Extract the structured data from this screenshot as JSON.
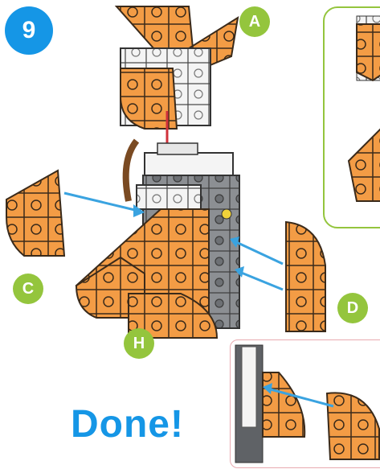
{
  "step": {
    "number": "9"
  },
  "labels": {
    "a": "A",
    "c": "C",
    "d": "D",
    "h": "H"
  },
  "done_text": "Done!",
  "colors": {
    "orange": "#f39c45",
    "grey": "#8c8f93",
    "white_block": "#f4f4f4",
    "blue": "#1596e6",
    "green": "#94c53d",
    "arrow_red": "#d0313b",
    "arrow_blue": "#3aa3e0",
    "inset2_border": "#e8aab0"
  }
}
